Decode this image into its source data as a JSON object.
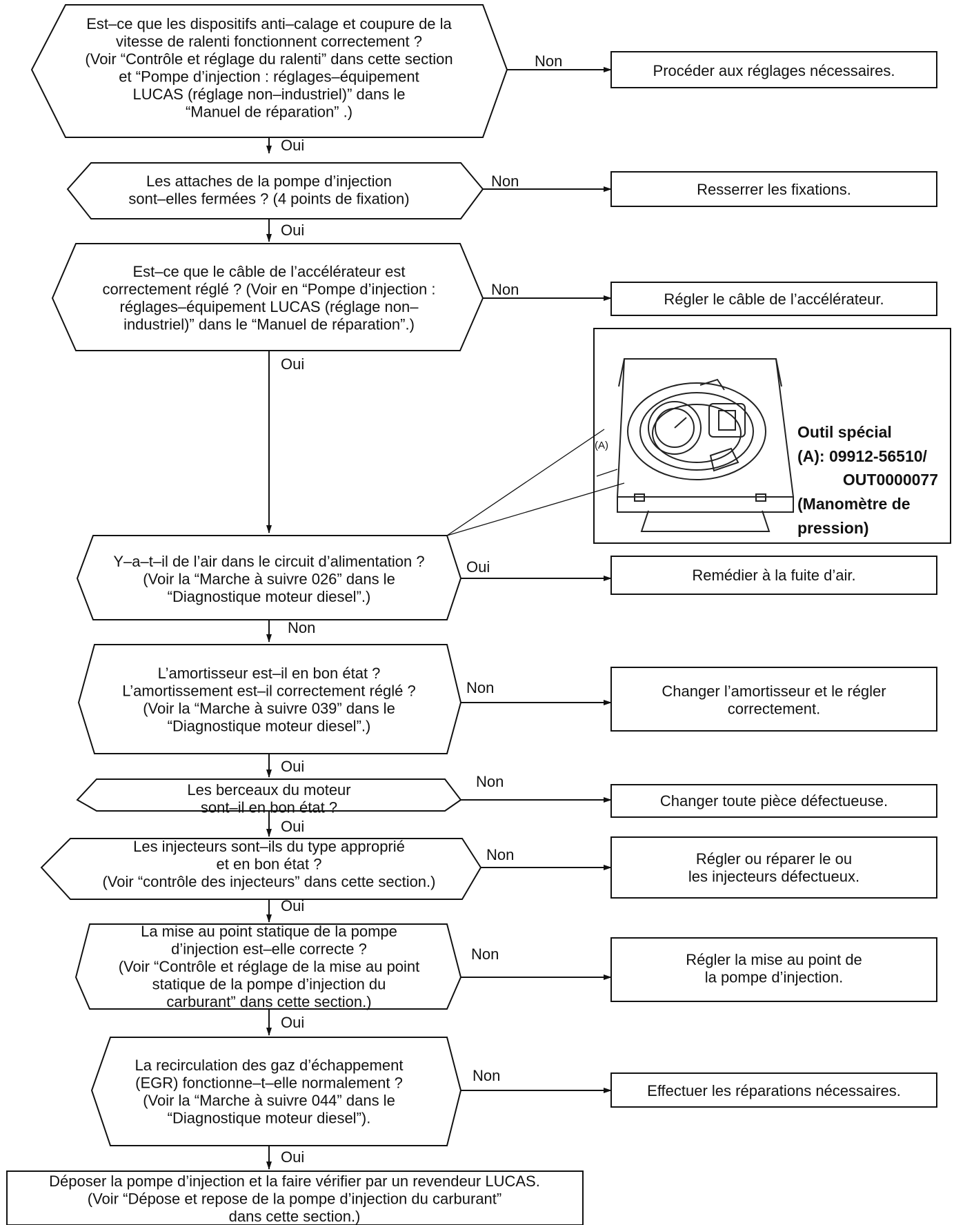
{
  "decisions": [
    {
      "id": "d1",
      "lines": [
        "Est–ce que les dispositifs anti–calage et coupure de la",
        "vitesse de ralenti fonctionnent correctement ?",
        "(Voir “Contrôle et réglage du ralenti” dans cette section",
        "et “Pompe d’injection : réglages–équipement",
        "LUCAS (réglage non–industriel)” dans le",
        "“Manuel de réparation” .)"
      ],
      "branch": "Non",
      "next": "Oui"
    },
    {
      "id": "d2",
      "lines": [
        "Les attaches de la pompe d’injection",
        "sont–elles fermées ? (4 points de fixation)"
      ],
      "branch": "Non",
      "next": "Oui"
    },
    {
      "id": "d3",
      "lines": [
        "Est–ce que le câble de l’accélérateur est",
        "correctement réglé ? (Voir en “Pompe d’injection :",
        "réglages–équipement LUCAS (réglage non–",
        "industriel)” dans le “Manuel de réparation”.)"
      ],
      "branch": "Non",
      "next": "Oui"
    },
    {
      "id": "d4",
      "lines": [
        "Y–a–t–il de l’air dans le circuit d’alimentation ?",
        "(Voir la “Marche à suivre 026” dans le",
        "“Diagnostique moteur diesel”.)"
      ],
      "branch": "Oui",
      "next": "Non"
    },
    {
      "id": "d5",
      "lines": [
        "L’amortisseur est–il en bon état ?",
        "L’amortissement est–il correctement réglé ?",
        "(Voir la “Marche à suivre 039” dans le",
        "“Diagnostique moteur diesel”.)"
      ],
      "branch": "Non",
      "next": "Oui"
    },
    {
      "id": "d6",
      "lines": [
        "Les berceaux du moteur",
        "sont–il en bon état ?"
      ],
      "branch": "Non",
      "next": "Oui"
    },
    {
      "id": "d7",
      "lines": [
        "Les injecteurs sont–ils du type approprié",
        "et en bon état ?",
        "(Voir “contrôle des injecteurs” dans cette section.)"
      ],
      "branch": "Non",
      "next": "Oui"
    },
    {
      "id": "d8",
      "lines": [
        "La mise au point statique de la pompe",
        "d’injection est–elle correcte ?",
        "(Voir “Contrôle et réglage de la mise au point",
        "statique de la pompe d’injection du",
        "carburant” dans cette section.)"
      ],
      "branch": "Non",
      "next": "Oui"
    },
    {
      "id": "d9",
      "lines": [
        "La recirculation des gaz d’échappement",
        "(EGR) fonctionne–t–elle normalement ?",
        "(Voir la “Marche à suivre 044” dans le",
        "“Diagnostique moteur diesel”)."
      ],
      "branch": "Non",
      "next": "Oui"
    }
  ],
  "actions": [
    {
      "id": "a1",
      "lines": [
        "Procéder aux réglages nécessaires."
      ]
    },
    {
      "id": "a2",
      "lines": [
        "Resserrer les fixations."
      ]
    },
    {
      "id": "a3",
      "lines": [
        "Régler le câble de l’accélérateur."
      ]
    },
    {
      "id": "a4",
      "lines": [
        "Remédier à la fuite d’air."
      ]
    },
    {
      "id": "a5",
      "lines": [
        "Changer l’amortisseur et le régler",
        "correctement."
      ]
    },
    {
      "id": "a6",
      "lines": [
        "Changer toute pièce défectueuse."
      ]
    },
    {
      "id": "a7",
      "lines": [
        "Régler ou réparer le ou",
        "les injecteurs défectueux."
      ]
    },
    {
      "id": "a8",
      "lines": [
        "Régler la mise au point de",
        "la pompe d’injection."
      ]
    },
    {
      "id": "a9",
      "lines": [
        "Effectuer les réparations nécessaires."
      ]
    }
  ],
  "final": {
    "lines": [
      "Déposer la pompe d’injection et la faire vérifier par un revendeur LUCAS.",
      "(Voir “Dépose et repose de la pompe d’injection du carburant”",
      "dans cette section.)"
    ]
  },
  "tool": {
    "label": "(A)",
    "caption_lines": [
      "Outil spécial",
      "(A): 09912-56510/",
      "OUT0000077",
      "(Manomètre de",
      "pression)"
    ]
  }
}
